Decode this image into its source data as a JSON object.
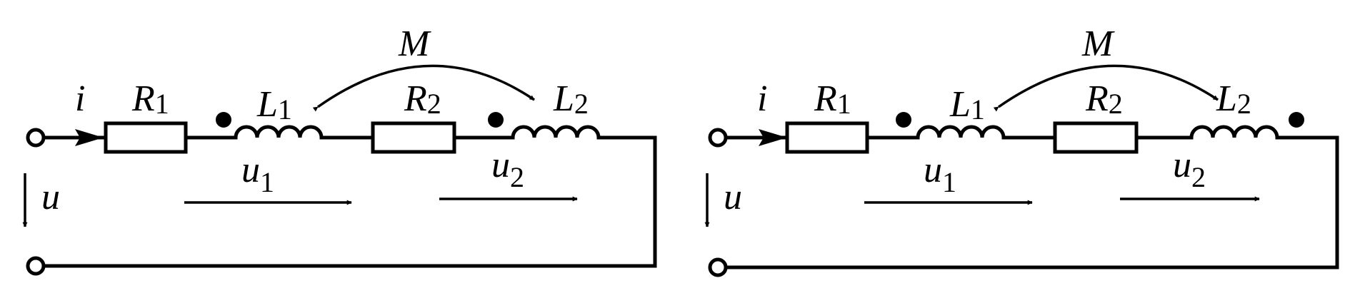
{
  "circuits": [
    {
      "mutual": {
        "symbol": "M"
      },
      "current": {
        "symbol": "i"
      },
      "source_voltage": {
        "symbol": "u"
      },
      "R1": {
        "symbol": "R",
        "sub": "1"
      },
      "L1": {
        "symbol": "L",
        "sub": "1"
      },
      "R2": {
        "symbol": "R",
        "sub": "2"
      },
      "L2": {
        "symbol": "L",
        "sub": "2"
      },
      "u1": {
        "symbol": "u",
        "sub": "1"
      },
      "u2": {
        "symbol": "u",
        "sub": "2"
      },
      "dot_ends": [
        "L1-left",
        "L2-left"
      ]
    },
    {
      "mutual": {
        "symbol": "M"
      },
      "current": {
        "symbol": "i"
      },
      "source_voltage": {
        "symbol": "u"
      },
      "R1": {
        "symbol": "R",
        "sub": "1"
      },
      "L1": {
        "symbol": "L",
        "sub": "1"
      },
      "R2": {
        "symbol": "R",
        "sub": "2"
      },
      "L2": {
        "symbol": "L",
        "sub": "2"
      },
      "u1": {
        "symbol": "u",
        "sub": "1"
      },
      "u2": {
        "symbol": "u",
        "sub": "2"
      },
      "dot_ends": [
        "L1-left",
        "L2-right"
      ]
    }
  ]
}
